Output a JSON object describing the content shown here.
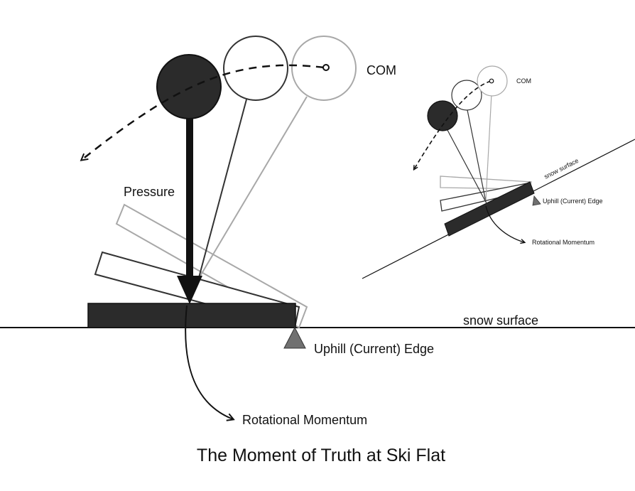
{
  "main": {
    "com_label": "COM",
    "pressure_label": "Pressure",
    "snow_surface_label": "snow surface",
    "edge_label": "Uphill (Current) Edge",
    "momentum_label": "Rotational Momentum",
    "title": "The Moment of Truth at Ski Flat"
  },
  "inset": {
    "com_label": "COM",
    "snow_surface_label": "snow surface",
    "edge_label": "Uphill (Current) Edge",
    "momentum_label": "Rotational Momentum"
  },
  "colors": {
    "dark": "#2b2b2b",
    "mid_outline": "#333333",
    "light_outline": "#a8a8a8",
    "edge_marker": "#707070",
    "background": "#ffffff"
  }
}
